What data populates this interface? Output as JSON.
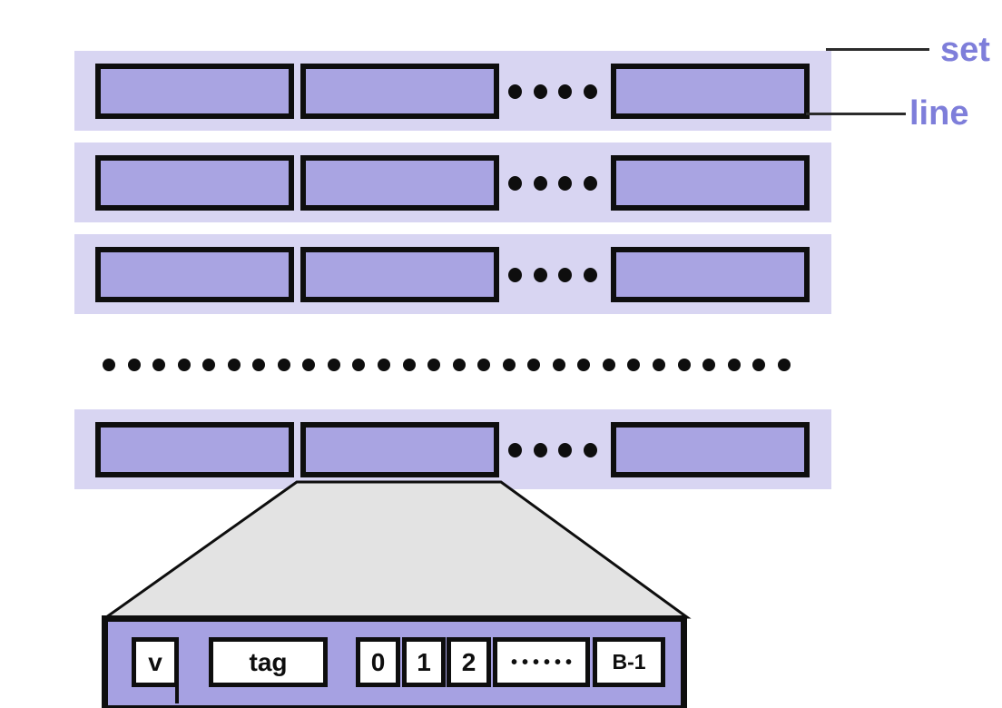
{
  "labels": {
    "set": "set",
    "line": "line"
  },
  "structure": {
    "visible_sets": 4,
    "visible_lines_per_set": 3,
    "line_ellipsis_dot_count": 4,
    "set_ellipsis_dot_count": 28
  },
  "line_detail": {
    "valid_bit": "v",
    "tag": "tag",
    "bytes": [
      "0",
      "1",
      "2"
    ],
    "byte_ellipsis": "••••••",
    "last_byte": "B-1"
  },
  "colors": {
    "set-band": "#d8d5f2",
    "line-fill": "#a9a4e2",
    "detail-fill": "#a6a1e2",
    "trapezoid-fill": "#e3e3e3",
    "label-text": "#7e7eda",
    "ink": "#0e0e0e"
  }
}
